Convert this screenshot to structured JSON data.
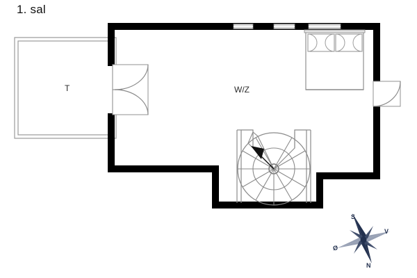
{
  "page": {
    "title": "1. sal",
    "background_color": "#ffffff",
    "wall_color": "#000000",
    "thin_line_color": "#8c8c8c",
    "compass_color": "#23314f"
  },
  "rooms": [
    {
      "key": "wz",
      "label": "W/Z",
      "name": "living-sleeping-room"
    },
    {
      "key": "terrace",
      "label": "T",
      "name": "terrace"
    }
  ],
  "furniture": [
    {
      "name": "double-bed",
      "label": "",
      "pillows": 2
    },
    {
      "name": "spiral-staircase",
      "label": "",
      "direction": "up"
    }
  ],
  "openings": [
    {
      "name": "double-door-terrace",
      "type": "double-door"
    },
    {
      "name": "door-right-exterior",
      "type": "single-door"
    },
    {
      "name": "window-top-1",
      "type": "window"
    },
    {
      "name": "window-top-2",
      "type": "window"
    },
    {
      "name": "window-top-3",
      "type": "window"
    }
  ],
  "compass": {
    "name": "compass-rose",
    "north": "N",
    "south": "S",
    "east": "Ø",
    "west": "V"
  }
}
